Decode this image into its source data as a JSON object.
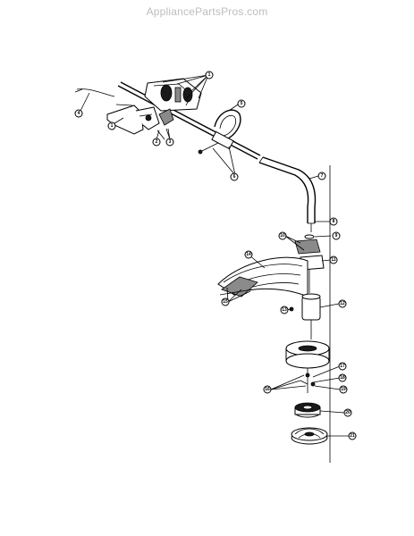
{
  "watermark": "AppliancePartsPros.com",
  "callouts": [
    {
      "id": "c1a",
      "label": "1"
    },
    {
      "id": "c1b",
      "label": "1"
    },
    {
      "id": "c2",
      "label": "2"
    },
    {
      "id": "c3",
      "label": "3"
    },
    {
      "id": "c4",
      "label": "4"
    },
    {
      "id": "c5",
      "label": "5"
    },
    {
      "id": "c6",
      "label": "6"
    },
    {
      "id": "c7",
      "label": "7"
    },
    {
      "id": "c8",
      "label": "8"
    },
    {
      "id": "c9",
      "label": "9"
    },
    {
      "id": "c10",
      "label": "10"
    },
    {
      "id": "c11",
      "label": "11"
    },
    {
      "id": "c12",
      "label": "12"
    },
    {
      "id": "c13",
      "label": "13"
    },
    {
      "id": "c14",
      "label": "14"
    },
    {
      "id": "c15",
      "label": "15"
    },
    {
      "id": "c16",
      "label": "16"
    },
    {
      "id": "c17",
      "label": "17"
    },
    {
      "id": "c18",
      "label": "18"
    },
    {
      "id": "c19",
      "label": "19"
    },
    {
      "id": "c20",
      "label": "20"
    },
    {
      "id": "c21",
      "label": "21"
    }
  ]
}
